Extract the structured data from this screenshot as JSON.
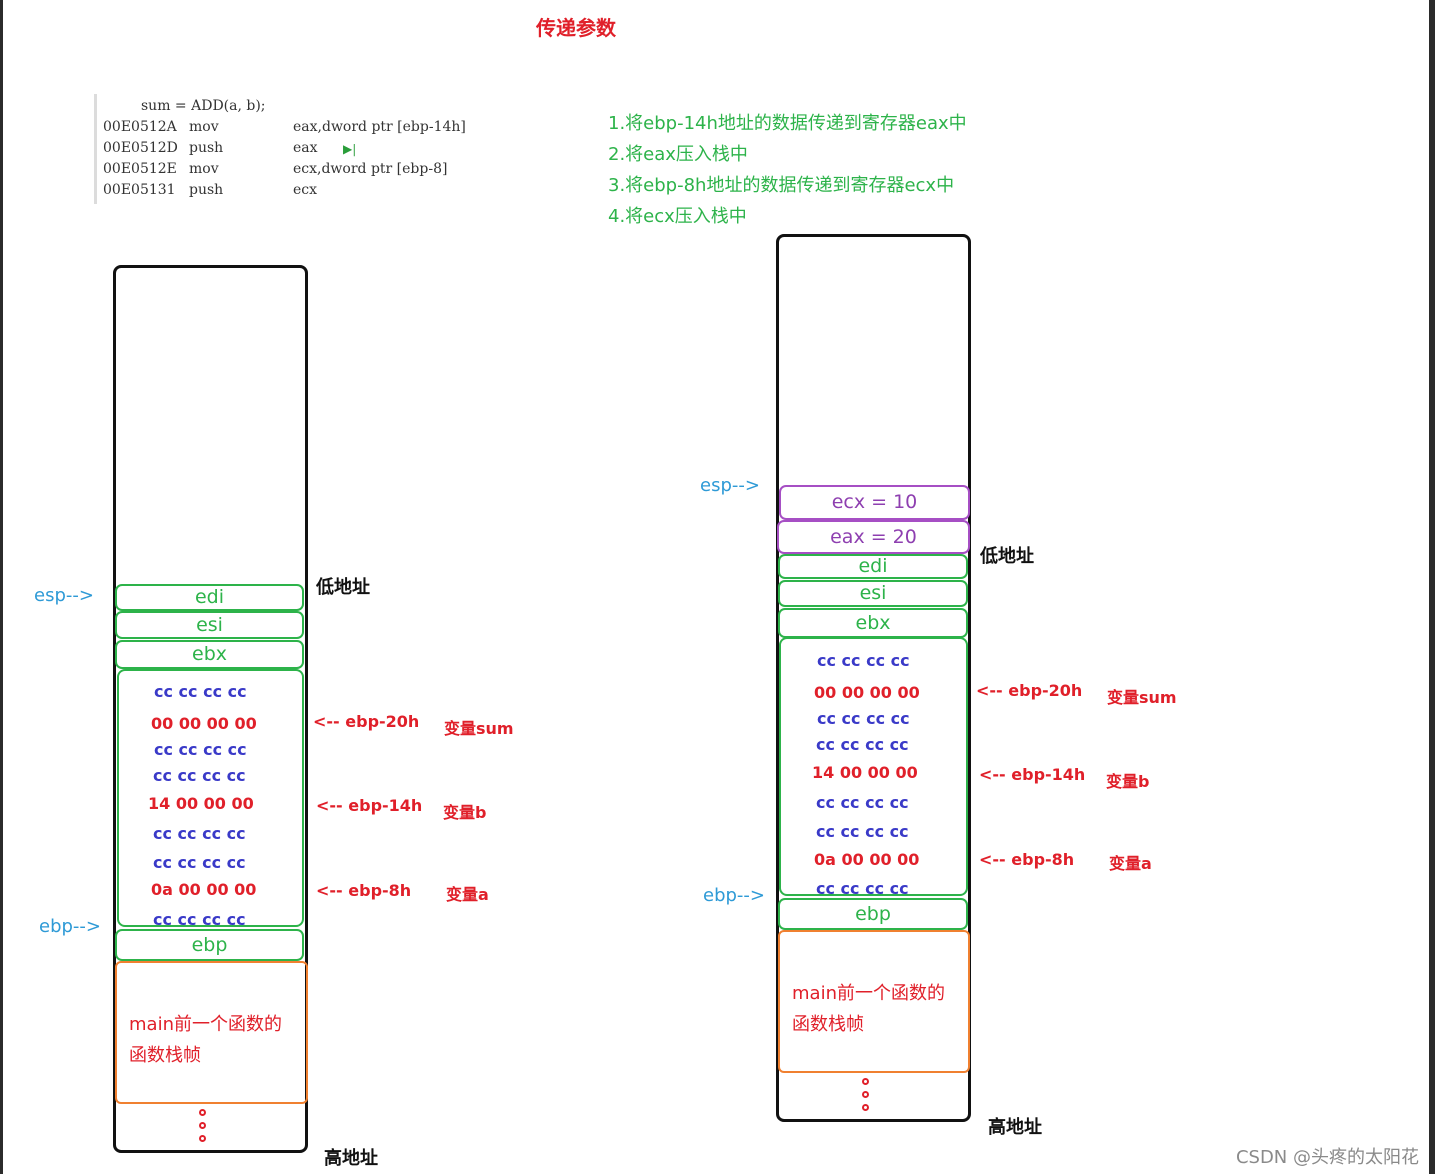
{
  "title": "传递参数",
  "asm": {
    "header": "sum = ADD(a,  b);",
    "rows": [
      {
        "addr": "00E0512A",
        "op": "mov",
        "arg": "eax,dword ptr [ebp-14h]"
      },
      {
        "addr": "00E0512D",
        "op": "push",
        "arg": "eax"
      },
      {
        "addr": "00E0512E",
        "op": "mov",
        "arg": "ecx,dword ptr [ebp-8]"
      },
      {
        "addr": "00E05131",
        "op": "push",
        "arg": "ecx"
      }
    ],
    "marker": "▶|"
  },
  "steps": [
    "1.将ebp-14h地址的数据传递到寄存器eax中",
    "2.将eax压入栈中",
    "3.将ebp-8h地址的数据传递到寄存器ecx中",
    "4.将ecx压入栈中"
  ],
  "labels": {
    "esp": "esp-->",
    "ebp": "ebp-->",
    "low_addr": "低地址",
    "high_addr": "高地址"
  },
  "left_stack": {
    "cells": [
      "edi",
      "esi",
      "ebx"
    ],
    "memory": [
      "cc cc cc cc",
      "00 00 00 00",
      "cc cc cc cc",
      "cc cc cc cc",
      "14 00 00 00",
      "cc cc cc cc",
      "cc cc cc cc",
      "0a 00 00 00",
      "cc cc cc cc"
    ],
    "ebp_cell": "ebp",
    "frame_lines": [
      "main前一个函数的",
      "函数栈帧"
    ],
    "annotations": [
      {
        "ptr": "<-- ebp-20h",
        "var": "变量sum"
      },
      {
        "ptr": "<-- ebp-14h",
        "var": "变量b"
      },
      {
        "ptr": "<-- ebp-8h",
        "var": "变量a"
      }
    ]
  },
  "right_stack": {
    "pushed": [
      "ecx = 10",
      "eax  =  20"
    ],
    "cells": [
      "edi",
      "esi",
      "ebx"
    ],
    "memory": [
      "cc cc cc cc",
      "00 00 00 00",
      "cc cc cc cc",
      "cc cc cc cc",
      "14 00 00 00",
      "cc cc cc cc",
      "cc cc cc cc",
      "0a 00 00 00",
      "cc cc cc cc"
    ],
    "ebp_cell": "ebp",
    "frame_lines": [
      "main前一个函数的",
      "函数栈帧"
    ],
    "annotations": [
      {
        "ptr": "<-- ebp-20h",
        "var": "变量sum"
      },
      {
        "ptr": "<-- ebp-14h",
        "var": "变量b"
      },
      {
        "ptr": "<-- ebp-8h",
        "var": "变量a"
      }
    ]
  },
  "watermark": "CSDN @头疼的太阳花",
  "colors": {
    "green": "#2db34a",
    "red": "#e0202a",
    "blue_cc": "#3a3ac8",
    "pointer_blue": "#2e9ad6",
    "purple": "#a64fc4",
    "orange": "#f08030"
  }
}
